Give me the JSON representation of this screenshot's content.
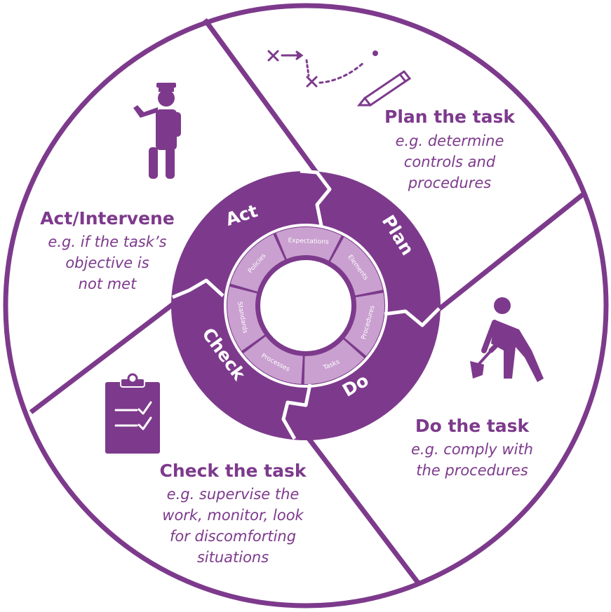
{
  "colors": {
    "primary": "#7d3a8c",
    "light_segment": "#c9a0cf",
    "background": "#ffffff"
  },
  "ring_labels": {
    "act": "Act",
    "plan": "Plan",
    "do": "Do",
    "check": "Check"
  },
  "inner_ring": [
    "Elements",
    "Procedures",
    "Tasks",
    "Processes",
    "Standards",
    "Policies",
    "Expectations"
  ],
  "quadrants": {
    "plan": {
      "heading": "Plan the task",
      "lines": [
        "e.g. determine",
        "controls and",
        "procedures"
      ],
      "icon": "route-plan-pencil-icon"
    },
    "act": {
      "heading": "Act/Intervene",
      "lines": [
        "e.g. if the task’s",
        "objective is",
        "not met"
      ],
      "icon": "supervisor-person-icon"
    },
    "do": {
      "heading": "Do the task",
      "lines": [
        "e.g. comply with",
        "the procedures"
      ],
      "icon": "worker-shovel-icon"
    },
    "check": {
      "heading": "Check the task",
      "lines": [
        "e.g. supervise the",
        "work, monitor, look",
        "for discomforting",
        "situations"
      ],
      "icon": "clipboard-checklist-icon"
    }
  }
}
